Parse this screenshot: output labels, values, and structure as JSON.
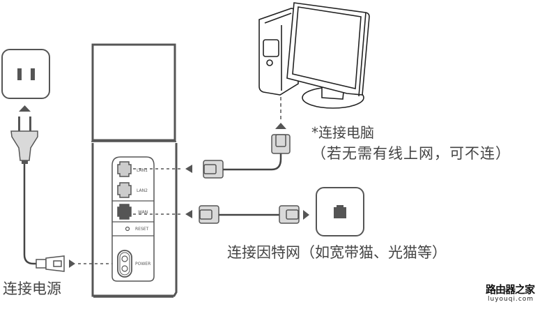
{
  "labels": {
    "connect_power": "连接电源",
    "connect_pc": "*连接电脑",
    "connect_pc_note": "（若无需有线上网，可不连）",
    "connect_internet": "连接因特网（如宽带猫、光猫等）"
  },
  "router_ports": {
    "lan1": "LAN1",
    "lan2": "LAN2",
    "wan": "WAN",
    "reset": "RESET",
    "power": "POWER"
  },
  "watermark": {
    "title": "路由器之家",
    "subtitle": "luyouqi.com"
  },
  "colors": {
    "stroke": "#555555",
    "connector_fill": "#d9d9d9",
    "port_dark": "#555555"
  }
}
